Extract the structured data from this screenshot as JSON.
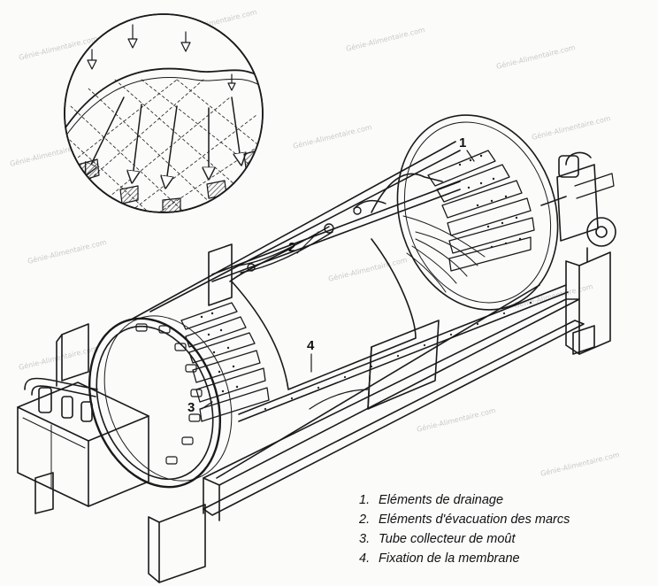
{
  "callouts": [
    {
      "number": "1"
    },
    {
      "number": "2"
    },
    {
      "number": "3"
    },
    {
      "number": "4"
    }
  ],
  "legend": [
    {
      "number": "1.",
      "label": "Eléments de drainage"
    },
    {
      "number": "2.",
      "label": "Eléments d'évacuation des marcs"
    },
    {
      "number": "3.",
      "label": "Tube collecteur de moût"
    },
    {
      "number": "4.",
      "label": "Fixation de la membrane"
    }
  ],
  "watermark": "Génie-Alimentaire.com"
}
